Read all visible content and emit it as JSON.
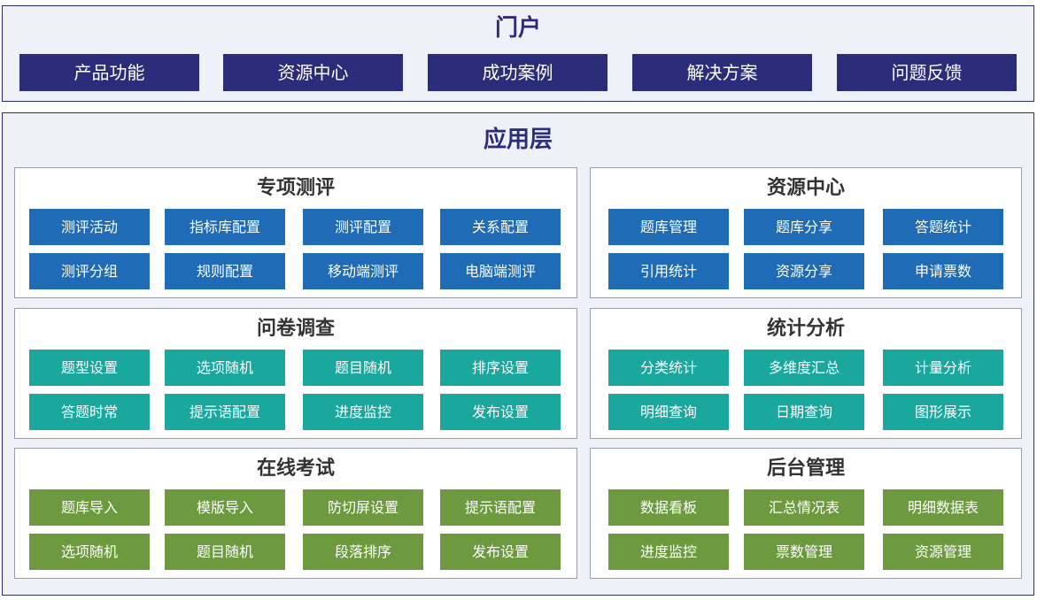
{
  "portal": {
    "title": "门户",
    "items": [
      "产品功能",
      "资源中心",
      "成功案例",
      "解决方案",
      "问题反馈"
    ]
  },
  "app_layer": {
    "title": "应用层",
    "panels": [
      {
        "title": "专项测评",
        "items": [
          "测评活动",
          "指标库配置",
          "测评配置",
          "关系配置",
          "测评分组",
          "规则配置",
          "移动端测评",
          "电脑端测评"
        ]
      },
      {
        "title": "资源中心",
        "items": [
          "题库管理",
          "题库分享",
          "答题统计",
          "引用统计",
          "资源分享",
          "申请票数"
        ]
      },
      {
        "title": "问卷调查",
        "items": [
          "题型设置",
          "选项随机",
          "题目随机",
          "排序设置",
          "答题时常",
          "提示语配置",
          "进度监控",
          "发布设置"
        ]
      },
      {
        "title": "统计分析",
        "items": [
          "分类统计",
          "多维度汇总",
          "计量分析",
          "明细查询",
          "日期查询",
          "图形展示"
        ]
      },
      {
        "title": "在线考试",
        "items": [
          "题库导入",
          "模版导入",
          "防切屏设置",
          "提示语配置",
          "选项随机",
          "题目随机",
          "段落排序",
          "发布设置"
        ]
      },
      {
        "title": "后台管理",
        "items": [
          "数据看板",
          "汇总情况表",
          "明细数据表",
          "进度监控",
          "票数管理",
          "资源管理"
        ]
      }
    ]
  },
  "colors": {
    "frame": "#2c2d7a",
    "portal_button": "#2c2d7a",
    "row1_tiles": "#1f6bb5",
    "row2_tiles": "#1aa79e",
    "row3_tiles": "#6e9a3f"
  }
}
